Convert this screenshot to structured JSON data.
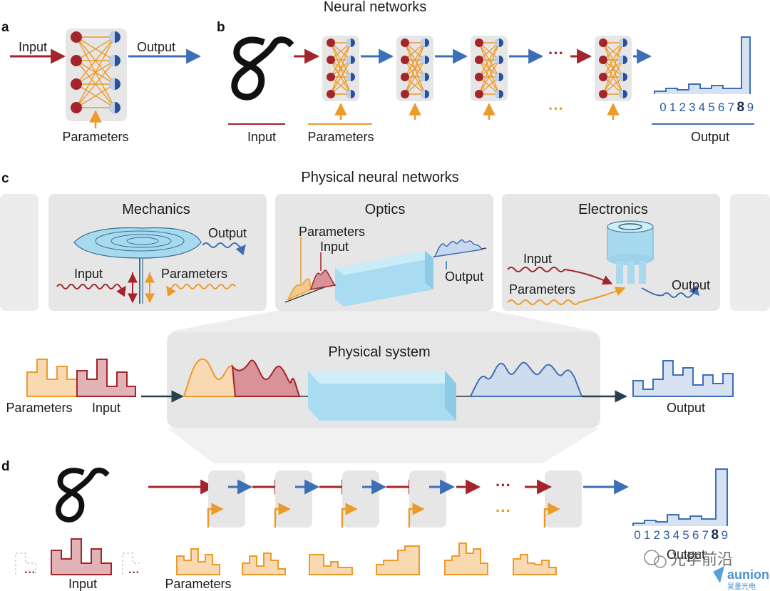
{
  "titles": {
    "neural": "Neural networks",
    "physical": "Physical neural networks",
    "system": "Physical system"
  },
  "panel_letters": {
    "a": "a",
    "b": "b",
    "c": "c",
    "d": "d"
  },
  "panel_a": {
    "input": "Input",
    "output": "Output",
    "parameters": "Parameters"
  },
  "panel_b": {
    "input": "Input",
    "parameters": "Parameters",
    "output": "Output",
    "ellipsis": "···",
    "digits": [
      "0",
      "1",
      "2",
      "3",
      "4",
      "5",
      "6",
      "7",
      "8",
      "9"
    ],
    "predicted_digit": "8"
  },
  "panel_c": {
    "mechanics": {
      "title": "Mechanics",
      "output": "Output",
      "input": "Input",
      "parameters": "Parameters"
    },
    "optics": {
      "title": "Optics",
      "parameters": "Parameters",
      "input": "Input",
      "output": "Output"
    },
    "electronics": {
      "title": "Electronics",
      "input": "Input",
      "parameters": "Parameters",
      "output": "Output"
    },
    "system_row": {
      "parameters": "Parameters",
      "input": "Input",
      "output": "Output"
    }
  },
  "panel_d": {
    "input": "Input",
    "parameters": "Parameters",
    "output": "Output",
    "ellipsis": "···",
    "digits": [
      "0",
      "1",
      "2",
      "3",
      "4",
      "5",
      "6",
      "7",
      "8",
      "9"
    ],
    "predicted_digit": "8"
  },
  "watermark": {
    "text": "光学前沿",
    "brand": "aunion",
    "brand_sub": "昊量光电"
  },
  "colors": {
    "red": "#a3242a",
    "blue": "#3d6fb6",
    "orange": "#ec9a2a",
    "panel_gray": "#e8e8e8",
    "glass": "#9fd6ee",
    "dark_arrow": "#25414a"
  }
}
